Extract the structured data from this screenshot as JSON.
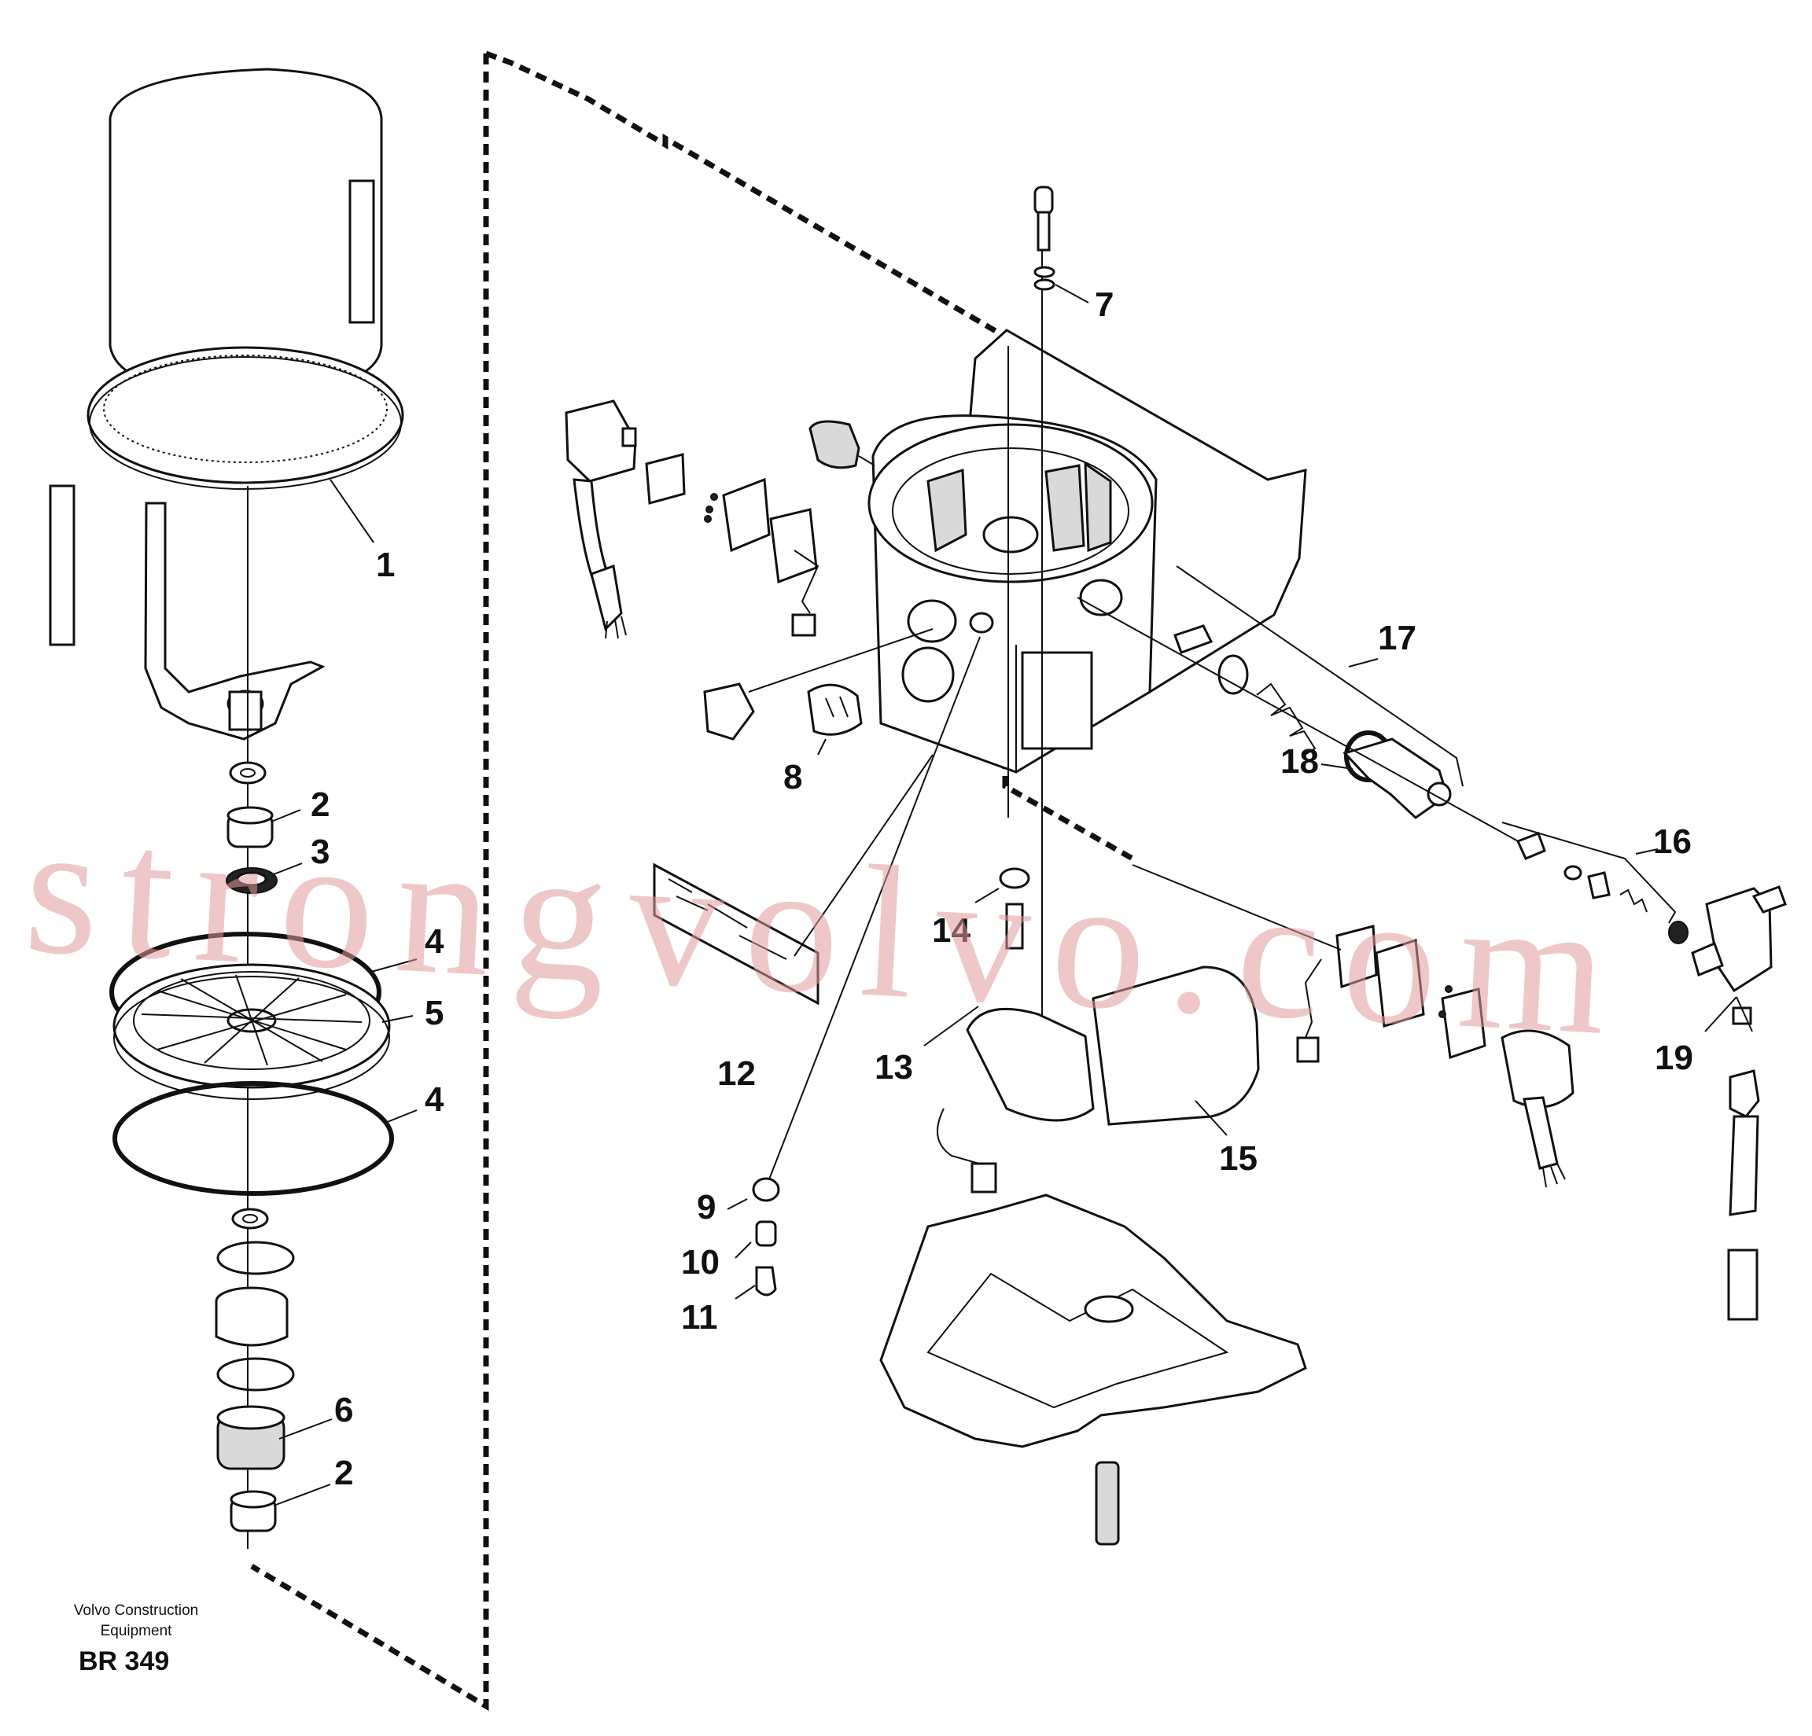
{
  "callouts": [
    {
      "id": "c1",
      "label": "1"
    },
    {
      "id": "c2a",
      "label": "2"
    },
    {
      "id": "c3",
      "label": "3"
    },
    {
      "id": "c4a",
      "label": "4"
    },
    {
      "id": "c5",
      "label": "5"
    },
    {
      "id": "c4b",
      "label": "4"
    },
    {
      "id": "c6",
      "label": "6"
    },
    {
      "id": "c2b",
      "label": "2"
    },
    {
      "id": "c7",
      "label": "7"
    },
    {
      "id": "c8",
      "label": "8"
    },
    {
      "id": "c9",
      "label": "9"
    },
    {
      "id": "c10",
      "label": "10"
    },
    {
      "id": "c11",
      "label": "11"
    },
    {
      "id": "c12",
      "label": "12"
    },
    {
      "id": "c13",
      "label": "13"
    },
    {
      "id": "c14",
      "label": "14"
    },
    {
      "id": "c15",
      "label": "15"
    },
    {
      "id": "c16",
      "label": "16"
    },
    {
      "id": "c17",
      "label": "17"
    },
    {
      "id": "c18",
      "label": "18"
    },
    {
      "id": "c19",
      "label": "19"
    }
  ],
  "footer": {
    "credit_line1": "Volvo Construction",
    "credit_line2": "Equipment",
    "code": "BR 349"
  },
  "watermark": "strongvolvo.com"
}
